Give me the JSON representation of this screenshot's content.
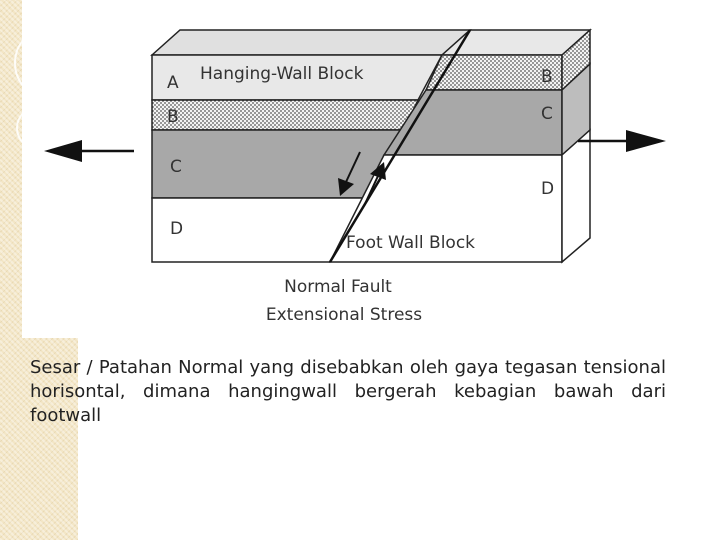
{
  "diagram": {
    "hanging_wall_label": "Hanging-Wall Block",
    "foot_wall_label": "Foot Wall Block",
    "title_line1": "Normal Fault",
    "title_line2": "Extensional Stress",
    "left_layers": [
      "A",
      "B",
      "C",
      "D"
    ],
    "right_layers": [
      "B",
      "C",
      "D"
    ]
  },
  "caption": {
    "text": "Sesar / Patahan Normal yang disebabkan oleh gaya tegasan tensional horisontal, dimana hangingwall bergerah kebagian bawah dari footwall"
  },
  "colors": {
    "layer_a": "#e8e8e8",
    "layer_b_dots": "#d8d8d8",
    "layer_c": "#a8a8a8",
    "layer_d": "#ffffff",
    "top_face": "#e0e0e0",
    "side_face": "#bdbdbd",
    "outline": "#222222"
  }
}
